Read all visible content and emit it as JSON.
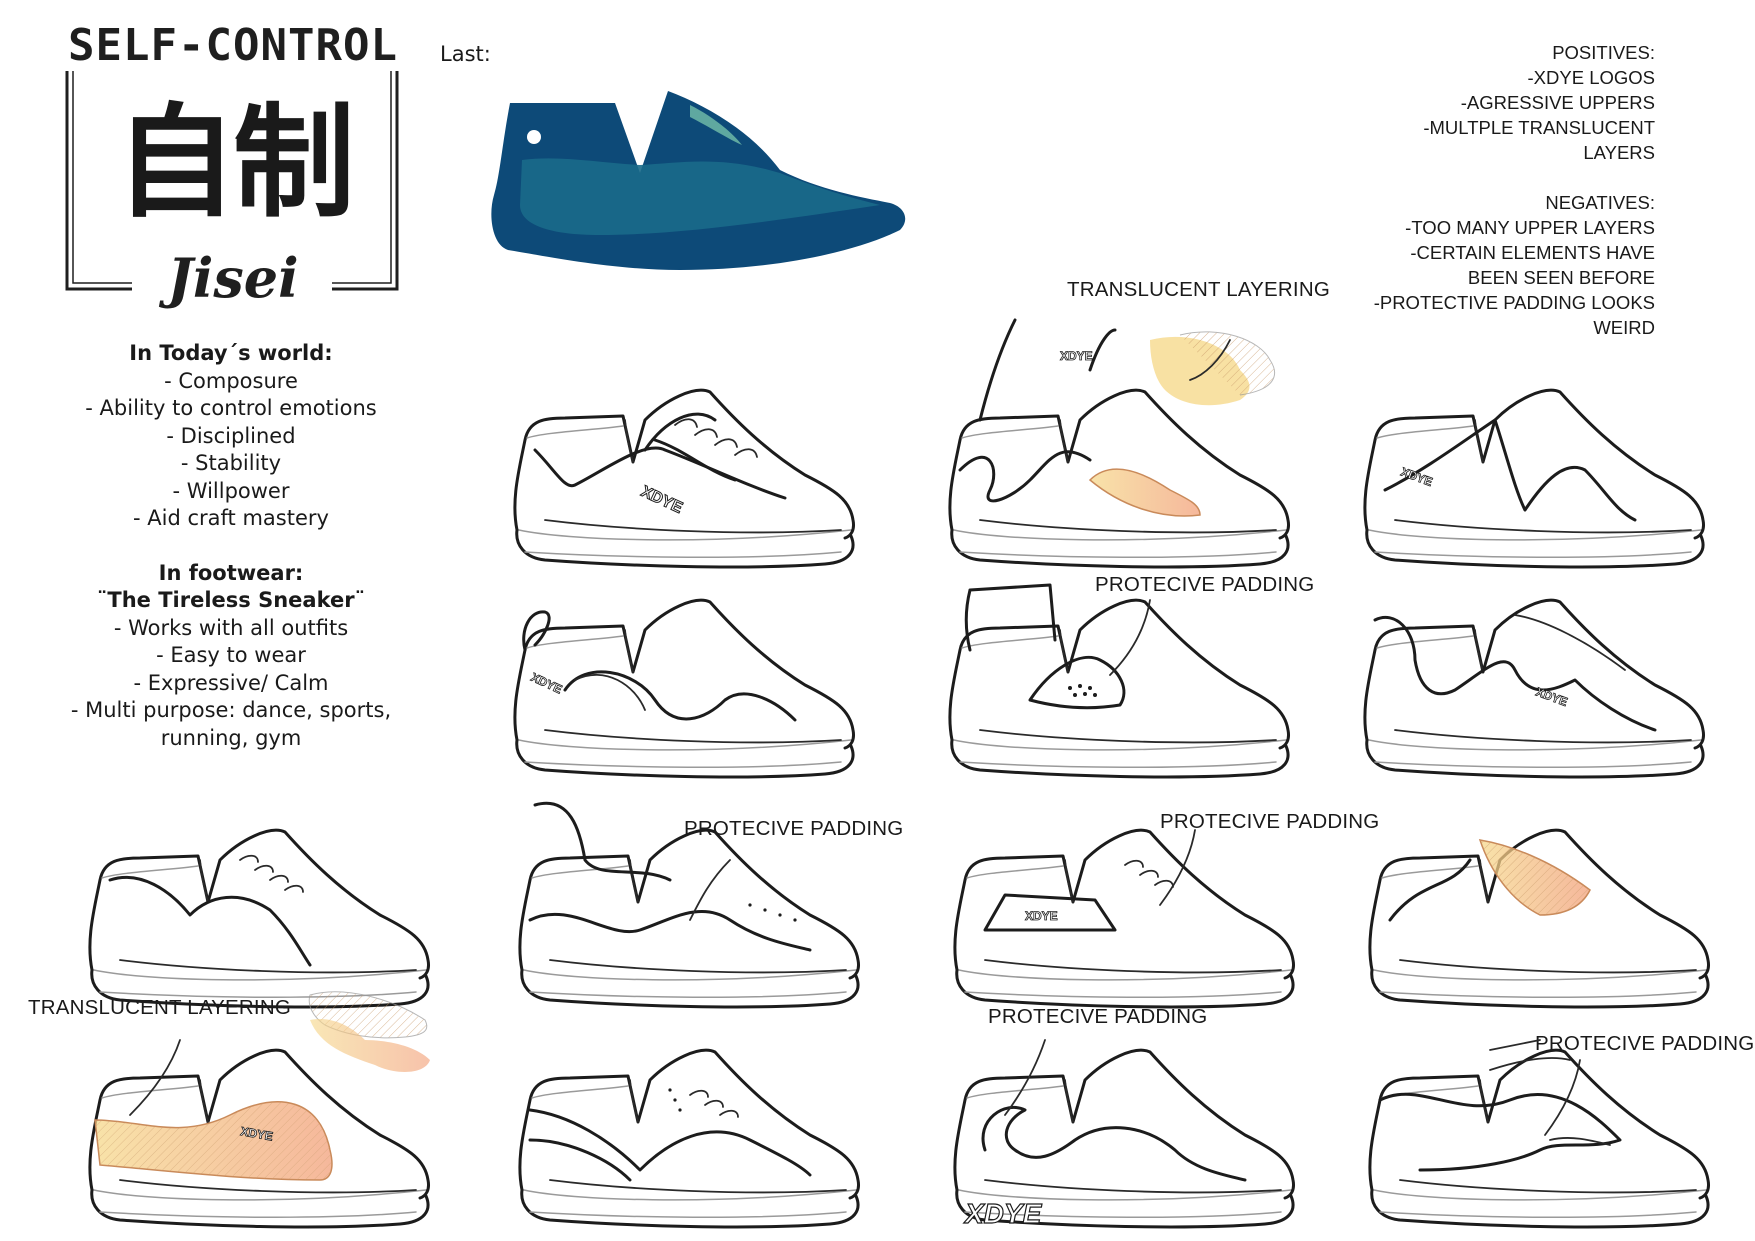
{
  "logo": {
    "title": "SELF-CONTROL",
    "kanji": "自制",
    "subtitle": "Jisei"
  },
  "last_label": "Last:",
  "concept": {
    "today_heading": "In Today´s world:",
    "today_items": [
      "- Composure",
      "- Ability to control emotions",
      "- Disciplined",
      "- Stability",
      "- Willpower",
      "- Aid craft mastery"
    ],
    "footwear_heading": "In footwear:",
    "footwear_subheading": "¨The Tireless Sneaker¨",
    "footwear_items": [
      "-  Works with all outfits",
      "- Easy to wear",
      "- Expressive/ Calm",
      "- Multi purpose: dance, sports,",
      "running, gym"
    ]
  },
  "evaluation": {
    "positives_heading": "POSITIVES:",
    "positives": [
      "-XDYE LOGOS",
      "-AGRESSIVE UPPERS",
      "-MULTPLE TRANSLUCENT",
      "LAYERS"
    ],
    "negatives_heading": "NEGATIVES:",
    "negatives": [
      "-TOO MANY UPPER LAYERS",
      "-CERTAIN ELEMENTS HAVE",
      "BEEN SEEN BEFORE",
      "-PROTECTIVE PADDING LOOKS",
      "WEIRD"
    ]
  },
  "callouts": {
    "translucent_top": "TRANSLUCENT LAYERING",
    "padding_r2": "PROTECIVE PADDING",
    "padding_r3a": "PROTECIVE PADDING",
    "padding_r3b": "PROTECIVE PADDING",
    "translucent_bottom": "TRANSLUCENT LAYERING",
    "padding_r4a": "PROTECIVE PADDING",
    "padding_r4b": "PROTECIVE PADDING"
  },
  "brand_logo": "XDYE",
  "colors": {
    "last_dark": "#0d4a78",
    "last_mid": "#1a6a8a",
    "last_light": "#5fa8a0",
    "translucent_yellow": "#f6d98c",
    "translucent_peach": "#f2b08a",
    "ink": "#1c1c1c"
  }
}
